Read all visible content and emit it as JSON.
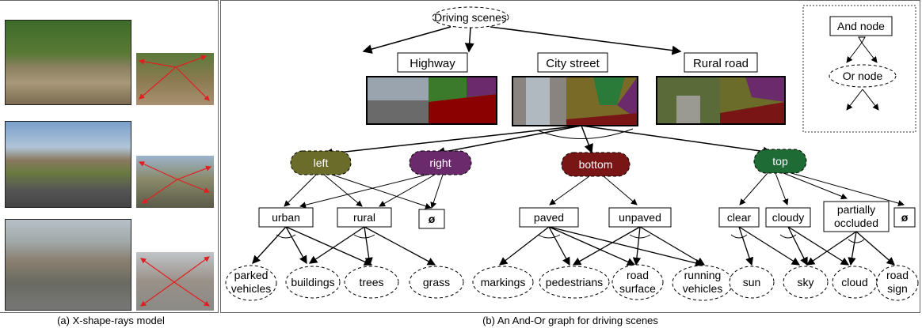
{
  "captions": {
    "left": "(a) X-shape-rays  model",
    "right": "(b) An And-Or graph for driving scenes"
  },
  "legend": {
    "and_node": "And node",
    "or_node": "Or node"
  },
  "graph": {
    "root": "Driving scenes",
    "scenes": [
      "Highway",
      "City street",
      "Rural road"
    ],
    "regions": [
      "left",
      "right",
      "bottom",
      "top"
    ],
    "left_right_types": [
      "urban",
      "rural",
      "ø"
    ],
    "bottom_types": [
      "paved",
      "unpaved"
    ],
    "top_types": [
      "clear",
      "cloudy",
      "partially",
      "occluded",
      "ø"
    ],
    "leaves": {
      "parked1": "parked",
      "parked2": "vehicles",
      "buildings": "buildings",
      "trees": "trees",
      "grass": "grass",
      "markings": "markings",
      "pedestrians": "pedestrians",
      "road1": "road",
      "road2": "surface",
      "running1": "running",
      "running2": "vehicles",
      "sun": "sun",
      "sky": "sky",
      "cloud": "cloud",
      "sign1": "road",
      "sign2": "sign"
    }
  },
  "colors": {
    "left": "#6b6b2a",
    "right": "#6b2a6b",
    "bottom": "#7a1515",
    "top": "#1f6b35",
    "rays": "#e02020"
  }
}
